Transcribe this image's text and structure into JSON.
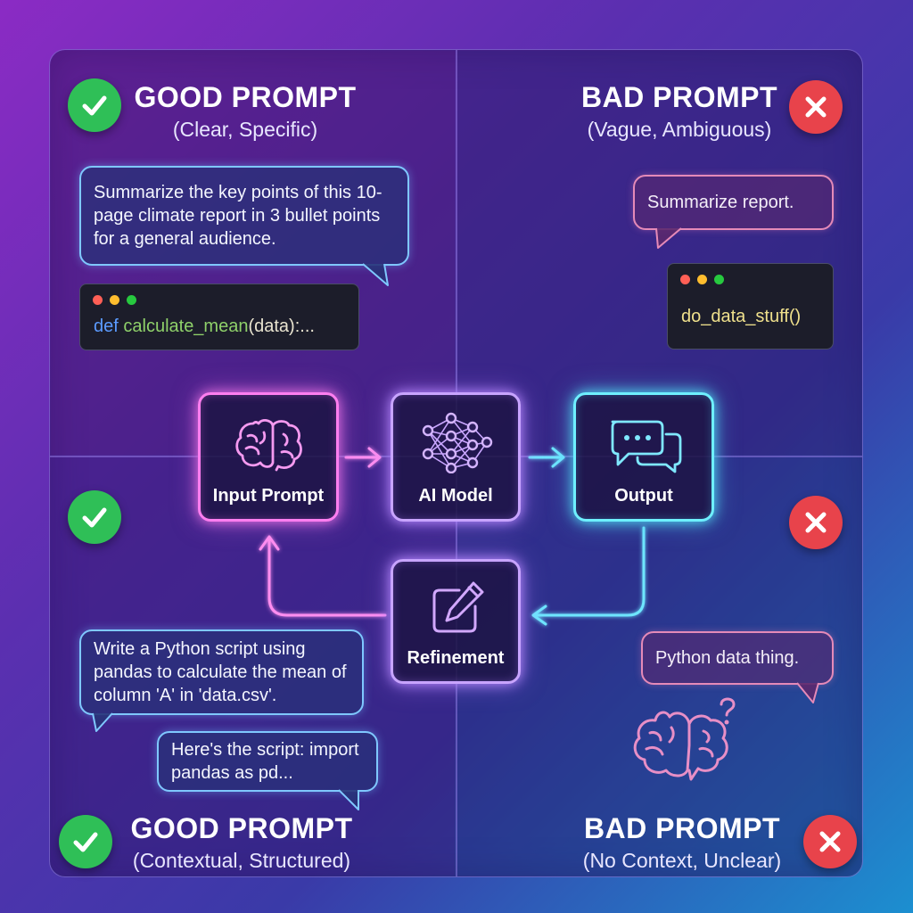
{
  "quadrants": {
    "top_left": {
      "title": "GOOD PROMPT",
      "subtitle": "(Clear, Specific)",
      "bubble_text": "Summarize the key points of this 10-page climate report in 3 bullet points for a general audience.",
      "code": {
        "keyword": "def",
        "function": "calculate_mean",
        "rest": "(data):..."
      }
    },
    "top_right": {
      "title": "BAD PROMPT",
      "subtitle": "(Vague, Ambiguous)",
      "bubble_text": "Summarize report.",
      "code": {
        "text": "do_data_stuff()"
      }
    },
    "bottom_left": {
      "title": "GOOD PROMPT",
      "subtitle": "(Contextual, Structured)",
      "bubble_text": "Write a Python script using pandas to calculate the mean of column 'A' in 'data.csv'.",
      "reply_text": "Here's the script: import pandas as pd..."
    },
    "bottom_right": {
      "title": "BAD PROMPT",
      "subtitle": "(No Context, Unclear)",
      "bubble_text": "Python data thing."
    }
  },
  "flow": {
    "nodes": {
      "input": "Input Prompt",
      "model": "AI Model",
      "output": "Output",
      "refine": "Refinement"
    }
  },
  "icons": {
    "good": "check-icon",
    "bad": "x-icon",
    "input": "brain-icon",
    "model": "neural-network-icon",
    "output": "chat-bubbles-icon",
    "refine": "edit-icon",
    "confused": "confused-brain-icon"
  },
  "colors": {
    "good": "#2fbf57",
    "bad": "#e8434b",
    "neon_pink": "#ff7ef0",
    "neon_cyan": "#6ef0ff",
    "neon_violet": "#c8a4ff"
  }
}
